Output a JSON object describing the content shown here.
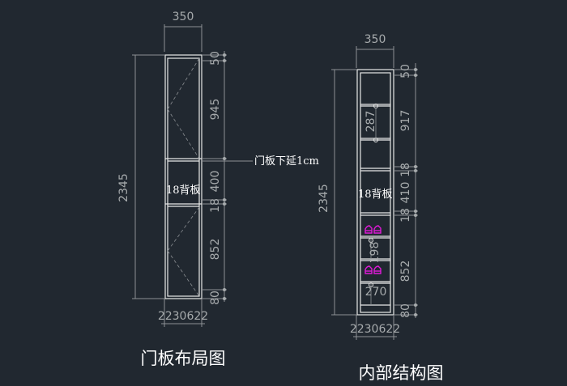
{
  "left_view": {
    "title": "门板布局图",
    "top_width": "350",
    "height_total": "2345",
    "dims_right": [
      "50",
      "945",
      "400",
      "18",
      "852",
      "80"
    ],
    "bottom_dims": "2230622",
    "back_panel_label": "18背板",
    "door_note": "门板下延1cm"
  },
  "right_view": {
    "title": "内部结构图",
    "top_width": "350",
    "height_total": "2345",
    "dims_right": [
      "50",
      "917",
      "18",
      "410",
      "18",
      "852",
      "80"
    ],
    "inner_dims": [
      "287",
      "198",
      "270"
    ],
    "bottom_dims": "2230622",
    "back_panel_label": "18背板"
  },
  "colors": {
    "background": "#212830",
    "dimension": "#a7abad",
    "outline": "#e8e8e8",
    "accent": "#e01ad8"
  }
}
